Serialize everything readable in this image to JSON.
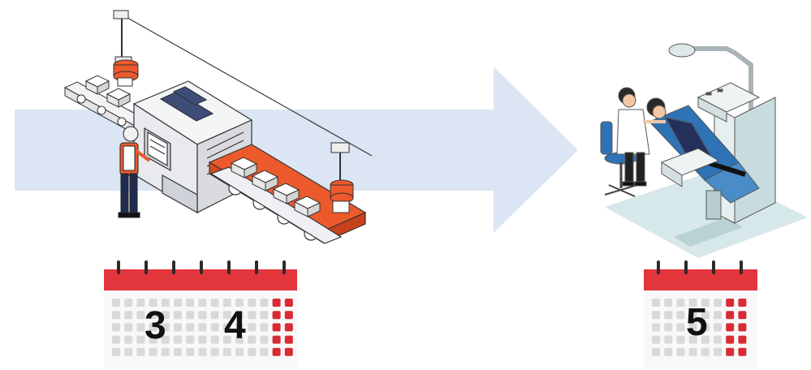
{
  "colors": {
    "arrow": "#dbe5f3",
    "calendar_header": "#e2353c",
    "calendar_grid": "#ececec",
    "calendar_dot": "#d9d9d9",
    "calendar_red_dot": "#d92b33",
    "machine_orange": "#ec5a2c",
    "machine_body": "#f2f3f5",
    "dental_teal": "#cfe3e6",
    "dental_blue": "#2e73b5"
  },
  "icons": {
    "production": "factory-conveyor-illustration",
    "dentist": "dentist-patient-illustration",
    "arrow": "right-arrow-icon",
    "calendar": "calendar-icon"
  },
  "calendars": {
    "left": {
      "days": [
        "3",
        "4"
      ]
    },
    "right": {
      "days": [
        "5"
      ]
    }
  }
}
